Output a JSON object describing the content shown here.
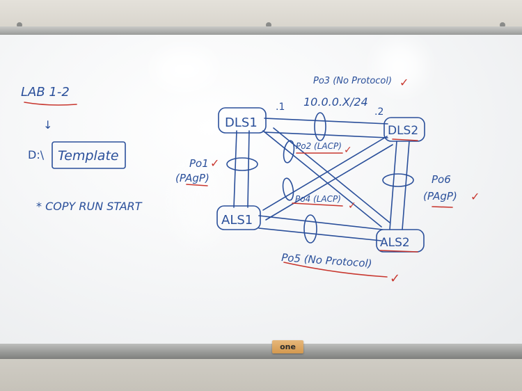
{
  "board": {
    "lab_title": "LAB 1-2",
    "arrow_glyph": "↓",
    "drive_label": "D:\\",
    "template_label": "Template",
    "command": "* COPY RUN START"
  },
  "diagram": {
    "nodes": {
      "dls1": "DLS1",
      "dls2": "DLS2",
      "als1": "ALS1",
      "als2": "ALS2"
    },
    "ip_subnet": "10.0.0.X/24",
    "ip_dot1": ".1",
    "ip_dot2": ".2",
    "links": {
      "po3": "Po3 (No Protocol)",
      "po2": "Po2 (LACP)",
      "po1_name": "Po1",
      "po1_proto": "(PAgP)",
      "po4": "Po4 (LACP)",
      "po6_name": "Po6",
      "po6_proto": "(PAgP)",
      "po5": "Po5 (No Protocol)"
    },
    "check_glyph": "✓"
  },
  "colors": {
    "marker_blue": "#2a4f9a",
    "marker_red": "#c8362e"
  },
  "brand": {
    "logo_text": "one"
  }
}
